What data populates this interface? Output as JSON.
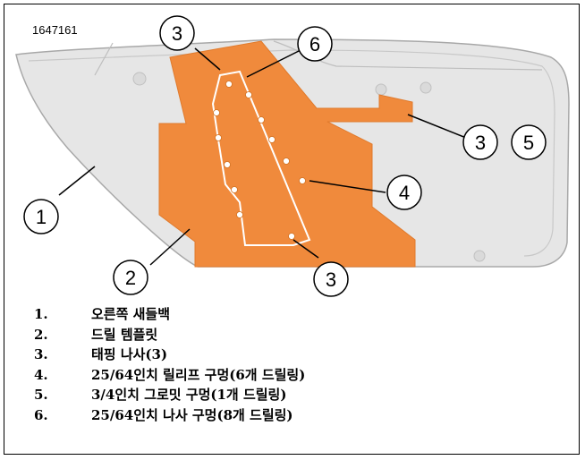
{
  "figure_id": "1647161",
  "callouts": {
    "c1": "1",
    "c2": "2",
    "c3_top": "3",
    "c3_bottom": "3",
    "c3_right": "3",
    "c4": "4",
    "c5": "5",
    "c6": "6"
  },
  "legend": [
    {
      "num": "1.",
      "text": "오른쪽 새들백"
    },
    {
      "num": "2.",
      "text": "드릴 템플릿"
    },
    {
      "num": "3.",
      "text": "태핑 나사(3)"
    },
    {
      "num": "4.",
      "text": "25/64인치 릴리프 구멍(6개 드릴링)"
    },
    {
      "num": "5.",
      "text": "3/4인치 그로밋 구멍(1개 드릴링)"
    },
    {
      "num": "6.",
      "text": "25/64인치 나사 구멍(8개 드릴링)"
    }
  ],
  "colors": {
    "template_orange": "#F08A3C",
    "saddlebag_fill": "#E4E4E4",
    "outline": "#9A9A9A"
  }
}
